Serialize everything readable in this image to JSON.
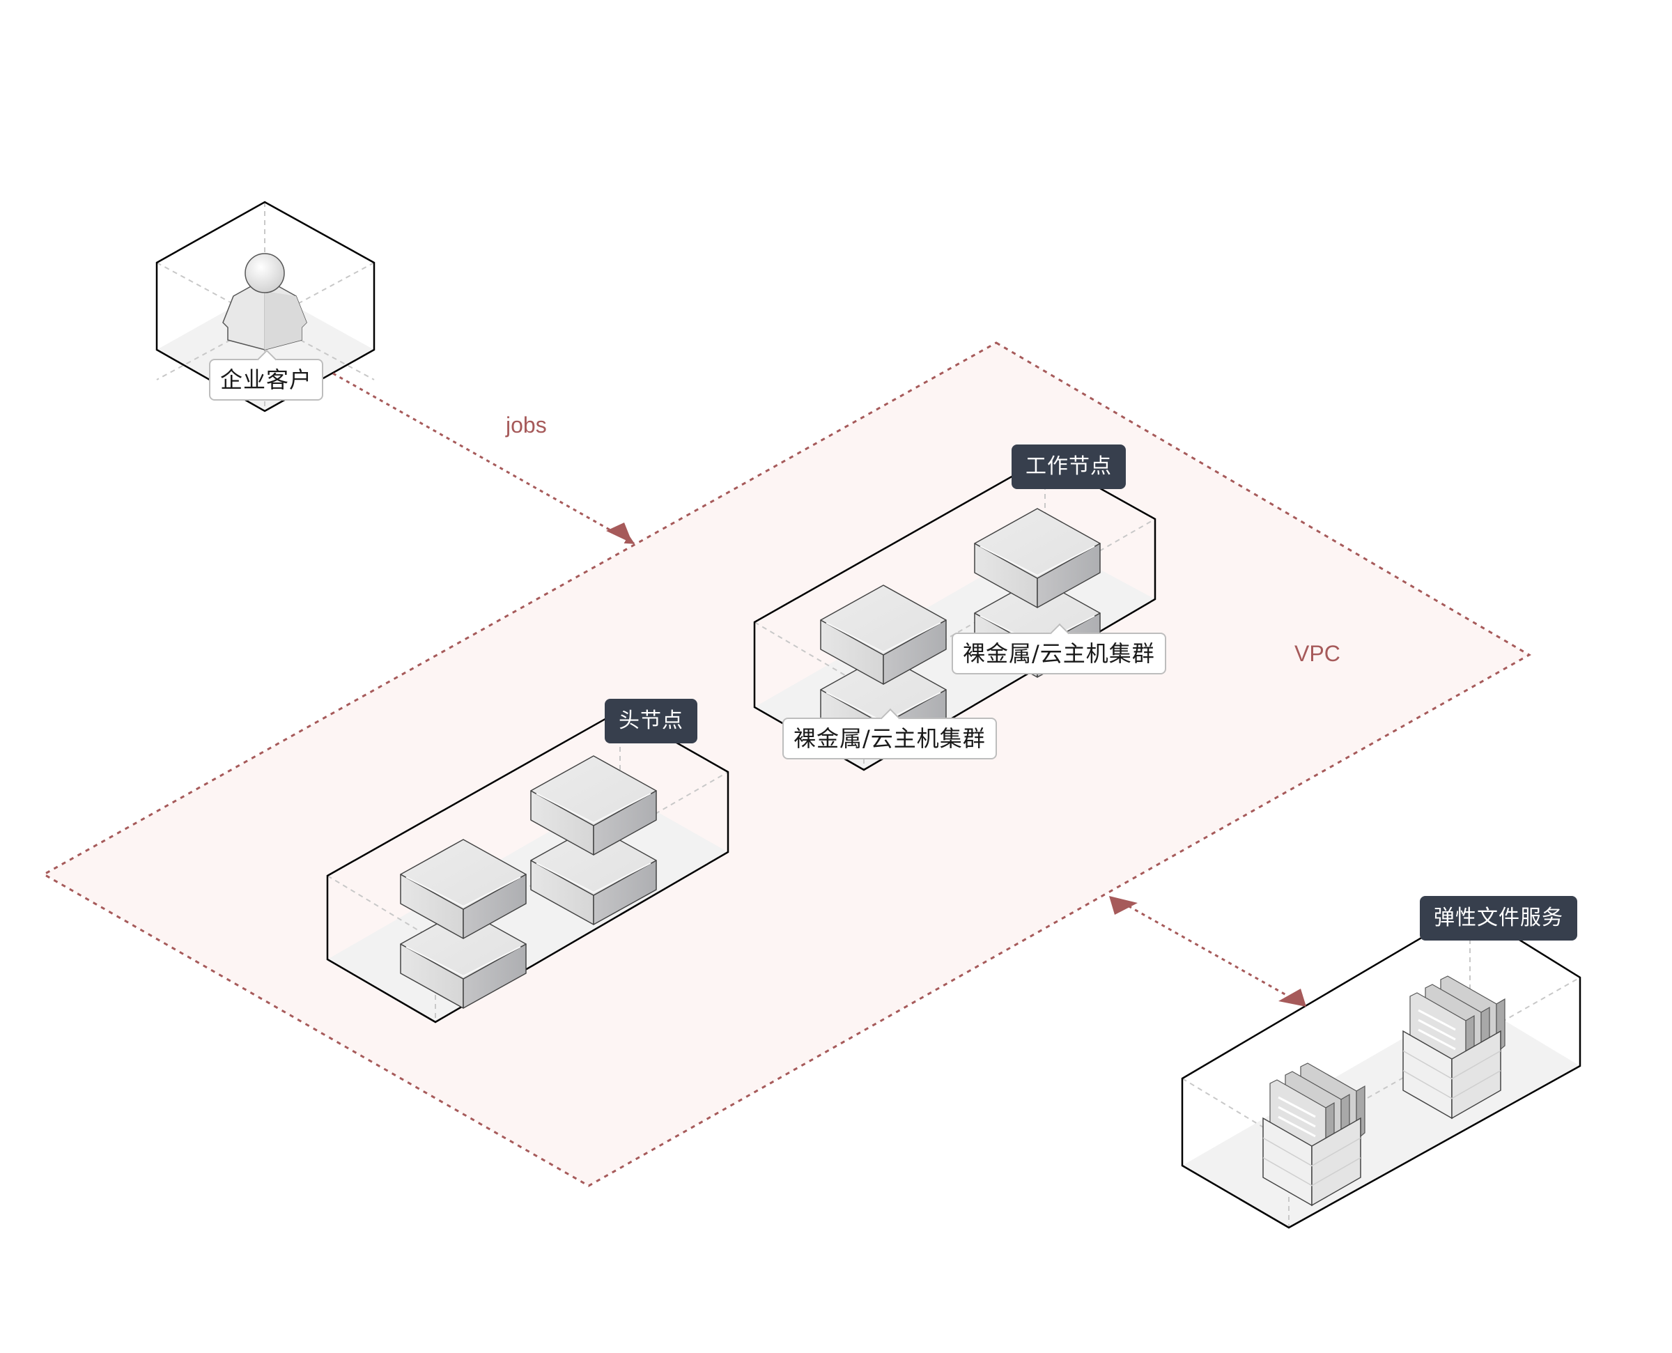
{
  "diagram": {
    "type": "isometric-architecture",
    "colors": {
      "vpc_fill": "#fdf5f4",
      "vpc_stroke": "#a65a5a",
      "arrow": "#a65a5a",
      "group_label_bg": "#373f4d",
      "group_label_text": "#ffffff",
      "box_stroke": "#000000",
      "guide_dash": "#c8c8c8",
      "floor_fill": "#f2f2f2"
    },
    "zones": {
      "vpc": {
        "label": "VPC"
      }
    },
    "nodes": {
      "customer": {
        "label": "企业客户",
        "icon": "user-icon"
      },
      "head_node": {
        "label": "头节点",
        "icon": "server-icon",
        "count": 2
      },
      "worker_node": {
        "label": "工作节点",
        "icon": "server-icon",
        "count": 2,
        "sub_labels": [
          "裸金属/云主机集群",
          "裸金属/云主机集群"
        ]
      },
      "efs": {
        "label": "弹性文件服务",
        "icon": "file-storage-icon",
        "count": 2
      }
    },
    "edges": [
      {
        "from": "customer",
        "to": "vpc",
        "label": "jobs",
        "style": "dashed",
        "direction": "one-way"
      },
      {
        "from": "vpc",
        "to": "efs",
        "label": "",
        "style": "dashed",
        "direction": "two-way"
      }
    ]
  }
}
